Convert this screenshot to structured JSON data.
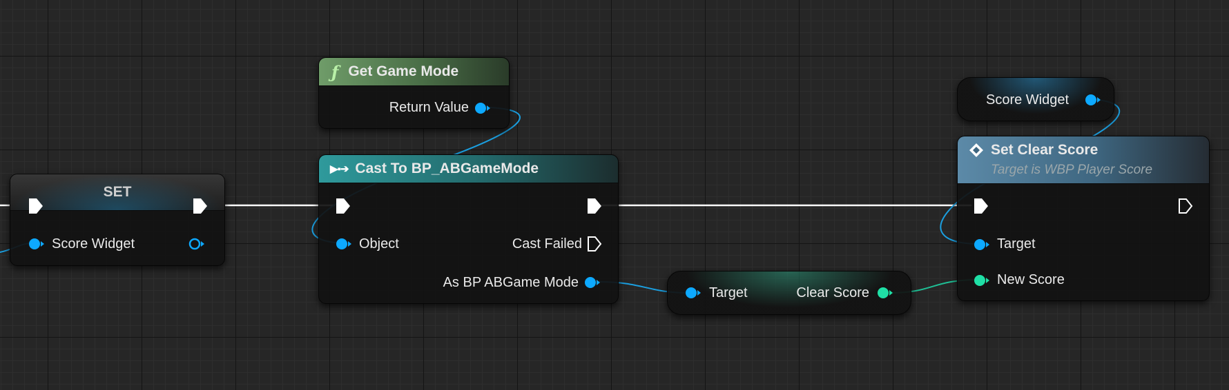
{
  "colors": {
    "exec": "#ffffff",
    "object_pin": "#0da9ff",
    "int_pin": "#1fe0a6",
    "pure_header": "#567d52",
    "cast_header": "#2a7e80",
    "function_header": "#4c7a97"
  },
  "nodes": {
    "set": {
      "title": "SET",
      "pins": {
        "score_widget": "Score Widget"
      }
    },
    "get_game_mode": {
      "icon": "function-icon",
      "title": "Get Game Mode",
      "pins": {
        "return_value": "Return Value"
      }
    },
    "cast": {
      "icon": "cast-icon",
      "title": "Cast To BP_ABGameMode",
      "pins": {
        "object": "Object",
        "cast_failed": "Cast Failed",
        "as_game_mode": "As BP ABGame Mode"
      }
    },
    "clear_score_getter": {
      "pins": {
        "target": "Target",
        "clear_score": "Clear Score"
      }
    },
    "score_widget_getter": {
      "pins": {
        "score_widget": "Score Widget"
      }
    },
    "set_clear_score": {
      "icon": "function-diamond-icon",
      "title": "Set Clear Score",
      "subtitle": "Target is WBP Player Score",
      "pins": {
        "target": "Target",
        "new_score": "New Score"
      }
    }
  }
}
